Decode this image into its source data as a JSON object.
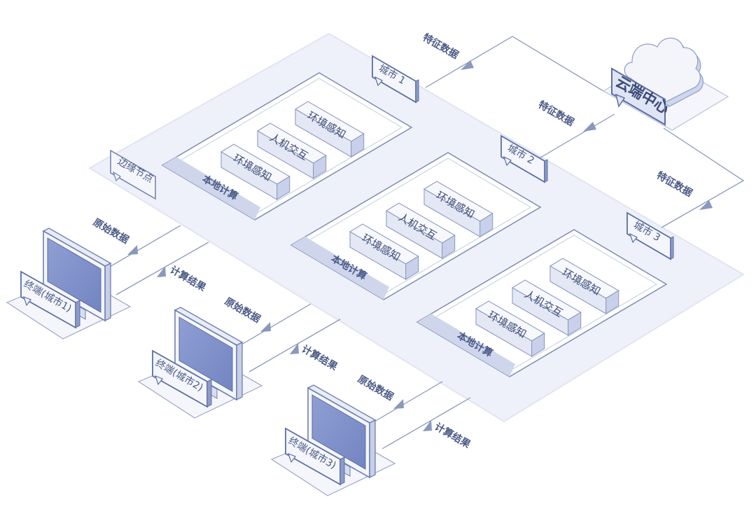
{
  "edge_node": {
    "label": "边缘节点"
  },
  "cloud": {
    "label": "云端中心"
  },
  "cities": [
    {
      "tag": "城市 1",
      "local": "本地计算",
      "blocks": [
        "环境感知",
        "人机交互",
        "环境感知"
      ]
    },
    {
      "tag": "城市 2",
      "local": "本地计算",
      "blocks": [
        "环境感知",
        "人机交互",
        "环境感知"
      ]
    },
    {
      "tag": "城市 3",
      "local": "本地计算",
      "blocks": [
        "环境感知",
        "人机交互",
        "环境感知"
      ]
    }
  ],
  "terminals": [
    {
      "label": "终端(城市1)",
      "raw": "原始数据",
      "result": "计算结果"
    },
    {
      "label": "终端(城市2)",
      "raw": "原始数据",
      "result": "计算结果"
    },
    {
      "label": "终端(城市3)",
      "raw": "原始数据",
      "result": "计算结果"
    }
  ],
  "feature_links": [
    "特征数据",
    "特征数据",
    "特征数据"
  ],
  "colors": {
    "line": "#7d8cb4",
    "platform": "#e6eaf5",
    "accent": "#8a9ad0",
    "dark": "#4a5a86"
  }
}
